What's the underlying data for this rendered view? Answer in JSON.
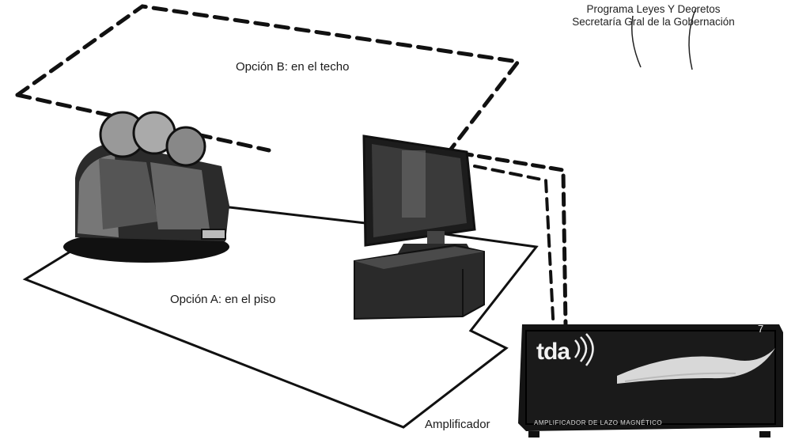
{
  "header": {
    "stamp_line1": "Programa Leyes Y Decretos",
    "stamp_line2": "Secretaría Gral de la Gobernación"
  },
  "diagram": {
    "option_b_label": "Opción B: en el techo",
    "option_a_label": "Opción A: en el piso",
    "amplifier_label": "Amplificador",
    "device_brand": "tda",
    "device_front_text": "AMPLIFICADOR DE LAZO MAGNÉTICO",
    "device_corner_mark": "7"
  },
  "colors": {
    "ink": "#111111",
    "device_body": "#141414",
    "tv_screen": "#1c1c1c",
    "tv_stand": "#2a2a2a"
  }
}
